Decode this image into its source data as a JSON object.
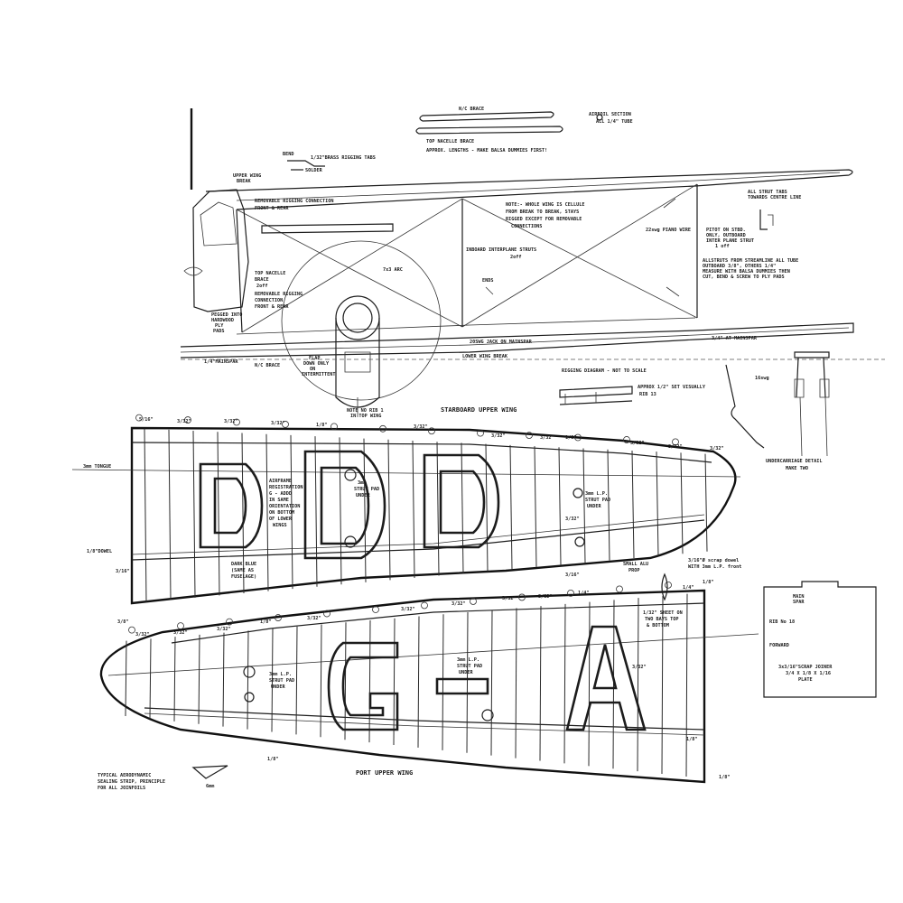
{
  "labels": {
    "nc_brace": "N/C BRACE",
    "airfoil_section": "AIRFOIL SECTION",
    "all_tube": "ALL 1/4\" TUBE",
    "top_nacelle_brace_top": "TOP NACELLE BRACE",
    "approx_lengths": "APPROX. LENGTHS - MAKE BALSA DUMMIES FIRST!",
    "bend": "BEND",
    "brass_tabs": "1/32\"BRASS RIGGING TABS",
    "solder": "SOLDER",
    "upper_wing": "UPPER WING",
    "break": "BREAK",
    "removable_rigging_1": "REMOVABLE RIGGING CONNECTION",
    "front_rear_1": "FRONT & REAR",
    "note_1": "NOTE:- WHOLE WING IS CELLULE",
    "note_2": "FROM BREAK TO BREAK, STAYS",
    "note_3": "RIGGED EXCEPT FOR REMOVABLE",
    "note_4": "CONNECTIONS",
    "piano_wire": "22swg PIANO WIRE",
    "inboard_struts": "INBOARD INTERPLANE STRUTS",
    "inboard_struts_qty": "2off",
    "arc": "7x3 ARC",
    "ends": "ENDS",
    "all_strut_tabs": "ALL STRUT TABS",
    "towards_centre": "TOWARDS CENTRE LINE",
    "pitot_1": "PITOT ON STBD.",
    "pitot_2": "ONLY, OUTBOARD",
    "pitot_3": "INTER PLANE STRUT",
    "pitot_4": "1 off",
    "allstruts_1": "ALLSTRUTS FROM STREAMLINE ALL TUBE",
    "allstruts_2": "OUTBOARD 3/8\", OTHERS 1/4\"",
    "allstruts_3": "MEASURE WITH BALSA DUMMIES THEN",
    "allstruts_4": "CUT, BEND & SCREW TO PLY PADS",
    "top_nacelle_1": "TOP NACELLE",
    "top_nacelle_2": "BRACE",
    "top_nacelle_3": "2off",
    "removable_rigging_2": "REMOVABLE RIGGING",
    "connection_2": "CONNECTION",
    "front_rear_2": "FRONT & REAR",
    "pegged_1": "PEGGED INTO",
    "pegged_2": "HARDWOOD",
    "pegged_3": "PLY",
    "pegged_4": "PADS",
    "flap_1": "FLAP",
    "flap_2": "DOWN ONLY",
    "flap_3": "ON",
    "flap_4": "INTERMITTENT",
    "jack_mainspar": "20SWG JACK ON MAINSPAR",
    "mainspar_right": "3/4\" AT MAINSPAR",
    "mainspar_left": "1/4\"MAINSPAR",
    "nc_brace_2": "N/C BRACE",
    "lower_wing_break": "LOWER WING BREAK",
    "note_rib_1": "NOTE NO RIB 1",
    "note_rib_2": "IN TOP WING",
    "rigging_diagram": "RIGGING DIAGRAM - NOT TO SCALE",
    "approx_1": "APPROX 1/2\" SET VISUALLY",
    "approx_2": "RIB 13",
    "swg": "16swg",
    "undercarriage_1": "UNDERCARRIAGE DETAIL",
    "undercarriage_2": "MAKE TWO",
    "starboard_upper_wing": "STARBOARD UPPER WING",
    "port_upper_wing": "PORT UPPER WING",
    "tongue": "3mm TONGUE",
    "dowel": "1/8\"DOWEL",
    "airframe_1": "AIRFRAME",
    "airframe_2": "REGISTRATION",
    "airframe_3": "G - ADDD",
    "airframe_4": "IN SAME",
    "airframe_5": "ORIENTATION",
    "airframe_6": "ON BOTTOM",
    "airframe_7": "OF LOWER",
    "airframe_8": "WINGS",
    "dark_blue_1": "DARK BLUE",
    "dark_blue_2": "(SAME AS",
    "dark_blue_3": "FUSELAGE)",
    "strut_pad_1a": "3mm",
    "strut_pad_1b": "STRUT PAD",
    "strut_pad_1c": "UNDER",
    "strut_pad_2a": "3mm L.P.",
    "strut_pad_2b": "STRUT PAD",
    "strut_pad_2c": "UNDER",
    "strut_pad_3a": "3mm L.P.",
    "strut_pad_3b": "STRUT PAD",
    "strut_pad_3c": "UNDER",
    "strut_pad_4a": "3mm L.P.",
    "strut_pad_4b": "STRUT PAD",
    "strut_pad_4c": "UNDER",
    "small_alu_1": "SMALL ALU",
    "small_alu_2": "PROP",
    "scrap_dowel_1": "3/16\"Ø scrap dowel",
    "scrap_dowel_2": "WITH 3mm L.P. front",
    "sheet_1": "1/32\" SHEET ON",
    "sheet_2": "TWO BAYS TOP",
    "sheet_3": "& BOTTOM",
    "main_spar_1": "MAIN",
    "main_spar_2": "SPAR",
    "rib_no": "RIB No 18",
    "forward": "FORWARD",
    "joiner_1": "3x3/16\"SCRAP JOINER",
    "joiner_2": "3/4 X 1/8 X 1/16",
    "joiner_3": "PLATE",
    "typical_1": "TYPICAL AERODYNAMIC",
    "typical_2": "SEALING STRIP, PRINCIPLE",
    "typical_3": "FOR ALL JOINFOILS",
    "fmm": "6mm",
    "sizes": {
      "s516": "5/16\"",
      "s332": "3/32\"",
      "s14": "1/4\"",
      "s18": "1/8\"",
      "s316": "3/16\"",
      "s38": "3/8\""
    }
  },
  "colors": {
    "ink": "#1c1c1c",
    "paper": "#ffffff"
  }
}
